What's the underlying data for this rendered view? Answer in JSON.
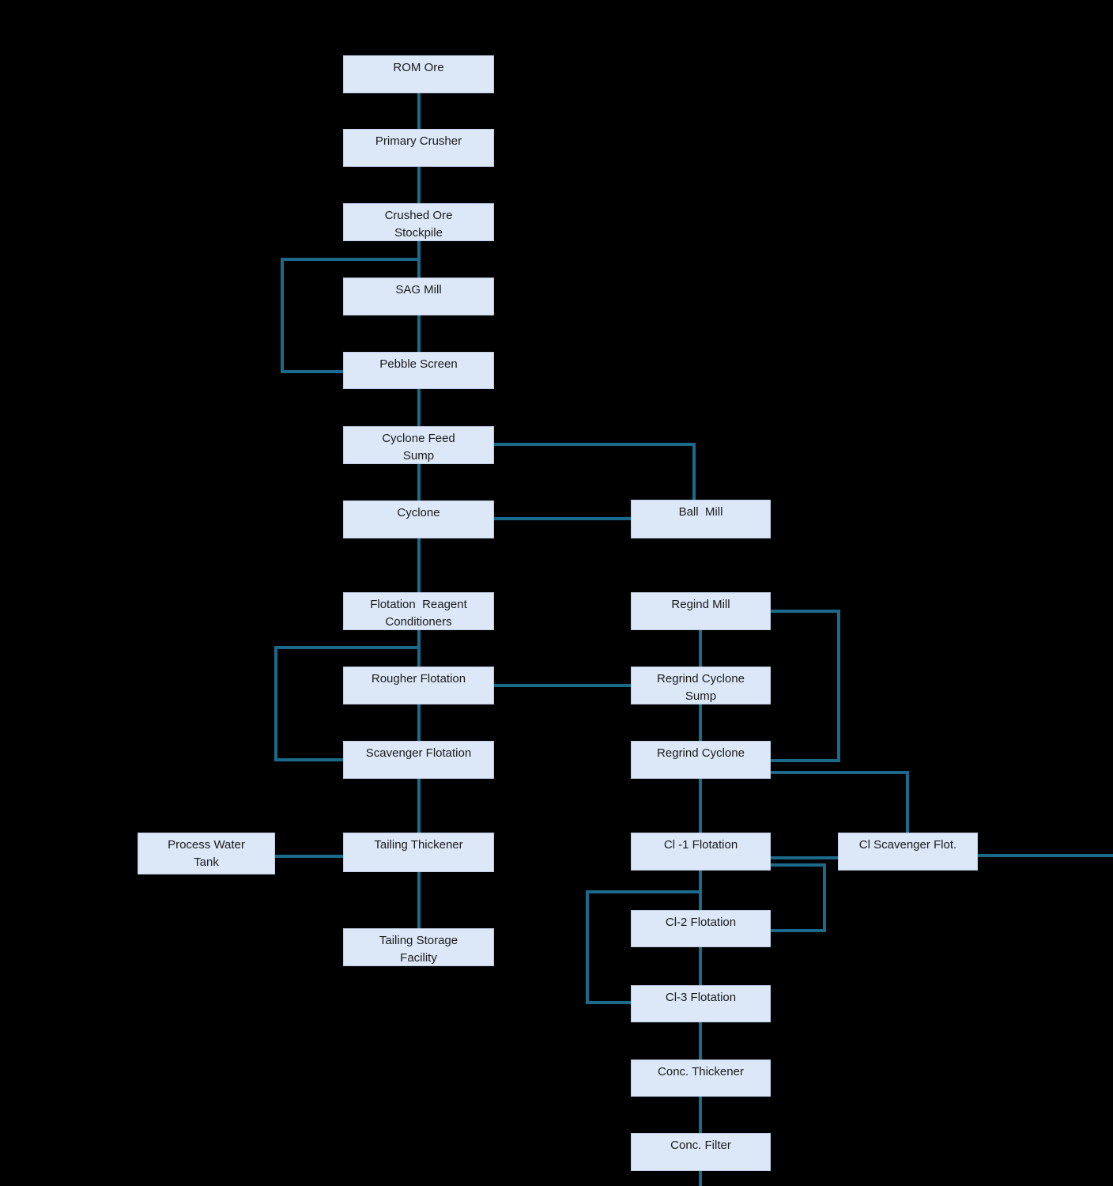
{
  "theme": {
    "background": "#000000",
    "node_fill": "#dce8f8",
    "node_border": "#bccde6",
    "line_color": "#1b6a8c",
    "text_color": "#1b1b1b"
  },
  "diagram": {
    "nodes": [
      {
        "label": "ROM Ore"
      },
      {
        "label": "Primary Crusher"
      },
      {
        "label": "Crushed Ore\nStockpile"
      },
      {
        "label": "SAG Mill"
      },
      {
        "label": "Pebble Screen"
      },
      {
        "label": "Cyclone Feed\nSump"
      },
      {
        "label": "Cyclone"
      },
      {
        "label": "Ball  Mill"
      },
      {
        "label": "Flotation  Reagent\nConditioners"
      },
      {
        "label": "Regind Mill"
      },
      {
        "label": "Rougher Flotation"
      },
      {
        "label": "Regrind Cyclone\nSump"
      },
      {
        "label": "Scavenger Flotation"
      },
      {
        "label": "Regrind Cyclone"
      },
      {
        "label": "Process Water\nTank"
      },
      {
        "label": "Tailing Thickener"
      },
      {
        "label": "Cl -1 Flotation"
      },
      {
        "label": "Cl Scavenger Flot."
      },
      {
        "label": "Tailing Storage\nFacility"
      },
      {
        "label": "Cl-2 Flotation"
      },
      {
        "label": "Cl-3 Flotation"
      },
      {
        "label": "Conc. Thickener"
      },
      {
        "label": "Conc. Filter"
      }
    ],
    "edges": [
      "ROM Ore → Primary Crusher",
      "Primary Crusher → Crushed Ore Stockpile",
      "Crushed Ore Stockpile → SAG Mill",
      "SAG Mill → Pebble Screen",
      "Pebble Screen → SAG Mill (pebble recycle)",
      "Pebble Screen → Cyclone Feed Sump",
      "Cyclone Feed Sump → Ball Mill",
      "Ball Mill → Cyclone",
      "Cyclone Feed Sump → Cyclone",
      "Cyclone → Flotation Reagent Conditioners",
      "Flotation Reagent Conditioners → Rougher Flotation",
      "Rougher Flotation → Scavenger Flotation",
      "Scavenger Flotation → Rougher Flotation (recycle)",
      "Rougher Flotation → Regrind Cyclone Sump",
      "Scavenger Flotation → Tailing Thickener",
      "Tailing Thickener → Process Water Tank",
      "Tailing Thickener → Tailing Storage Facility",
      "Regind Mill → Regrind Cyclone Sump",
      "Regrind Cyclone Sump → Regrind Cyclone",
      "Regrind Cyclone → Regind Mill (recycle)",
      "Regrind Cyclone → Cl -1 Flotation",
      "Regrind Cyclone → Cl Scavenger Flot.",
      "Cl -1 Flotation → Cl Scavenger Flot.",
      "Cl Scavenger Flot. → (off right edge)",
      "Cl -1 Flotation → Cl-2 Flotation",
      "Cl-2 Flotation → Cl -1 Flotation (recycle)",
      "Cl-2 Flotation → Cl-3 Flotation",
      "Cl-3 Flotation → Cl-2 feed (recycle)",
      "Cl-3 Flotation → Conc. Thickener",
      "Conc. Thickener → Conc. Filter",
      "Conc. Filter → (off bottom edge)"
    ]
  }
}
